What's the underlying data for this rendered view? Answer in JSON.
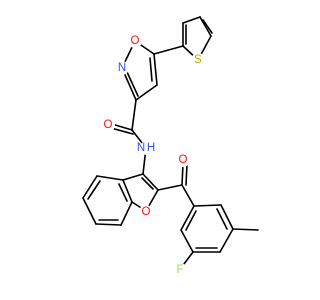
{
  "atoms": [
    {
      "id": "O1",
      "label": "O",
      "color": "#ff0d0d"
    },
    {
      "id": "N1",
      "label": "N",
      "color": "#3050f8"
    },
    {
      "id": "O2",
      "label": "O",
      "color": "#ff0d0d"
    },
    {
      "id": "NH",
      "label": "N",
      "color": "#3050f8"
    },
    {
      "id": "H",
      "label": "H",
      "color": "#3050f8"
    },
    {
      "id": "S",
      "label": "S",
      "color": "#c8a400"
    },
    {
      "id": "O3",
      "label": "O",
      "color": "#ff0d0d"
    },
    {
      "id": "O4",
      "label": "O",
      "color": "#ff0d0d"
    },
    {
      "id": "F",
      "label": "F",
      "color": "#90e050"
    }
  ],
  "colors": {
    "bond": "#000000",
    "oxygen": "#ff0d0d",
    "nitrogen": "#3050f8",
    "sulfur": "#c8a400",
    "fluorine": "#90e050"
  }
}
